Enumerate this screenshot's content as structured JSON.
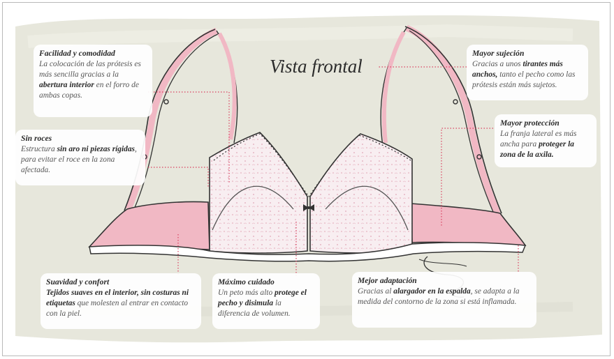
{
  "title": "Vista frontal",
  "callouts": {
    "facilidad": {
      "heading": "Facilidad y comodidad",
      "t1": "La colocación de las prótesis es más sencilla gracias a la ",
      "b1": "abertura interior",
      "t2": " en el forro de ambas copas."
    },
    "roces": {
      "heading": "Sin roces",
      "t1": "Estructura ",
      "b1": "sin aro ni piezas rígidas",
      "t2": ", para evitar el roce en la zona afectada."
    },
    "suavidad": {
      "heading": "Suavidad y confort",
      "b1": "Tejidos suaves en el interior, sin costuras ni etiquetas",
      "t1": " que molesten al entrar en contacto con la piel."
    },
    "cuidado": {
      "heading": "Máximo cuidado",
      "t1": "Un peto más alto ",
      "b1": "protege el pecho y disimula",
      "t2": " la diferencia de volumen."
    },
    "sujecion": {
      "heading": "Mayor sujeción",
      "t1": "Gracias a unos ",
      "b1": "tirantes más anchos,",
      "t2": " tanto el pecho como las prótesis están más sujetos."
    },
    "proteccion": {
      "heading": "Mayor protección",
      "t1": "La franja lateral es más ancha para ",
      "b1": "proteger la zona de la axila."
    },
    "adaptacion": {
      "heading": "Mejor adaptación",
      "t1": "Gracias al ",
      "b1": "alargador en la espalda",
      "t2": ", se adapta a la medida del contorno de la zona si está inflamada."
    }
  },
  "colors": {
    "background_wash": "#e7e7dc",
    "pink": "#f1b8c4",
    "lace": "#f8eef1",
    "leader": "#d9405f"
  }
}
